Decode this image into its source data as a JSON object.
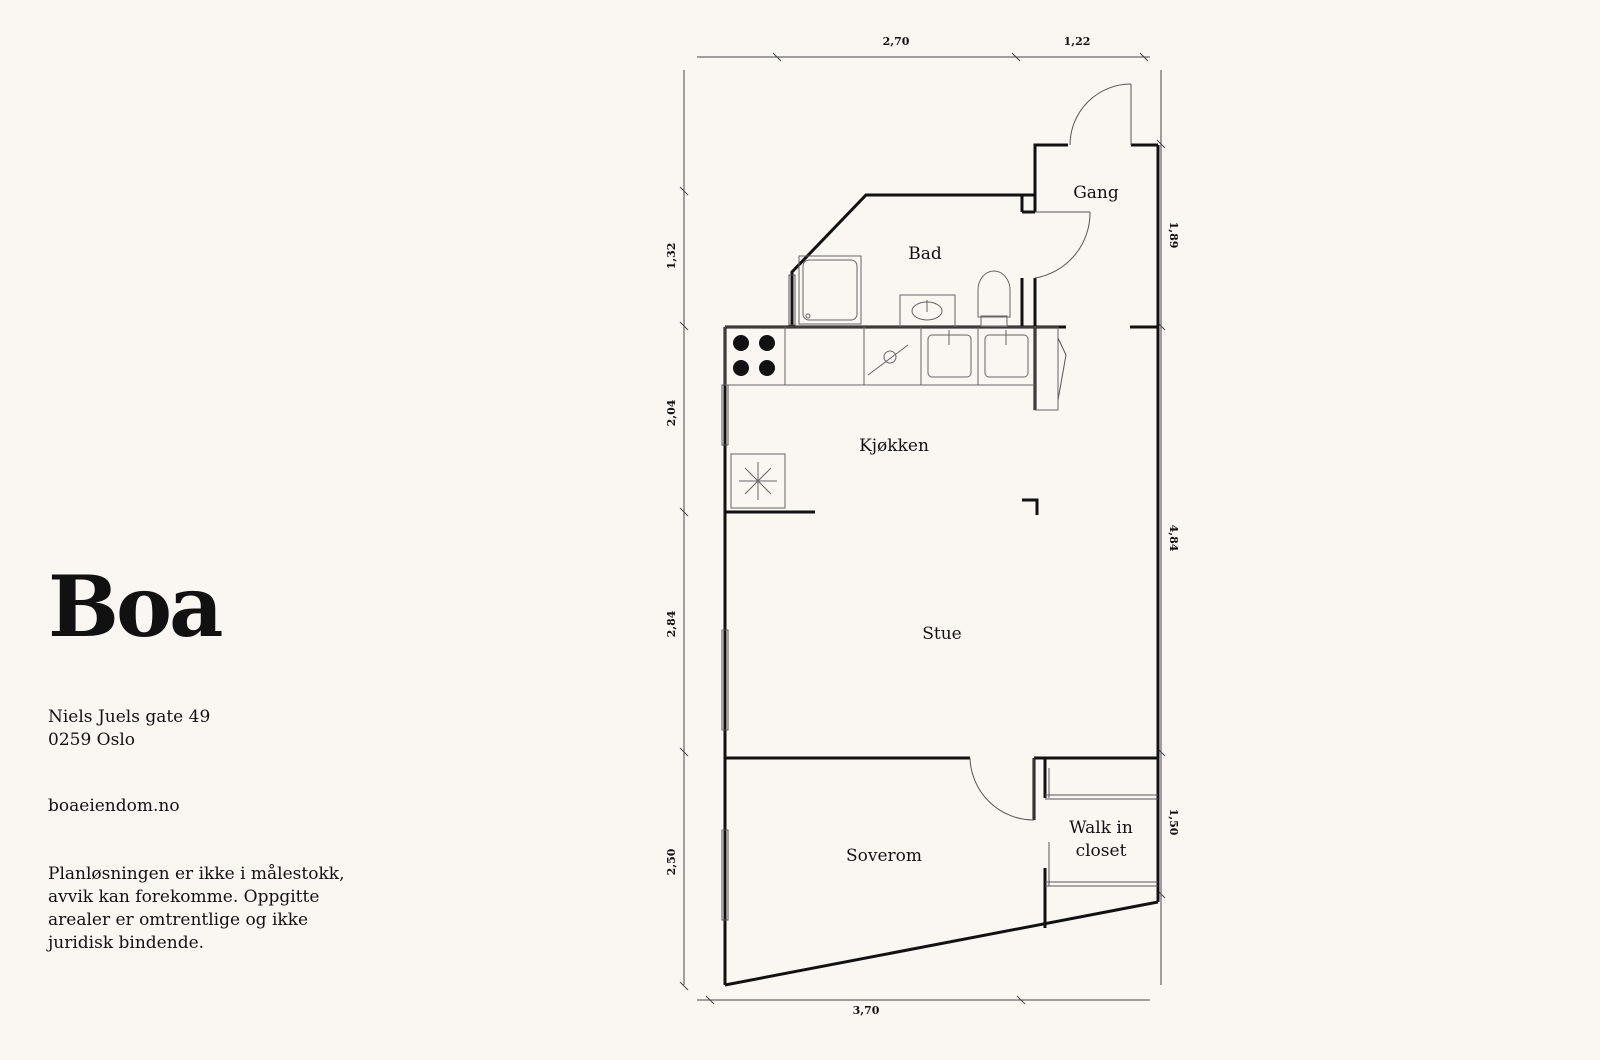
{
  "brand": {
    "name": "Boa"
  },
  "address": {
    "street": "Niels Juels gate 49",
    "city": "0259 Oslo"
  },
  "website": "boaeiendom.no",
  "disclaimer": "Planløsningen er ikke i målestokk, avvik kan forekomme. Oppgitte arealer er omtrentlige og ikke juridisk bindende.",
  "plan": {
    "rooms": {
      "gang": "Gang",
      "bad": "Bad",
      "kjokken": "Kjøkken",
      "stue": "Stue",
      "soverom": "Soverom",
      "walkin_line1": "Walk in",
      "walkin_line2": "closet"
    },
    "dimensions": {
      "top_left": "2,70",
      "top_right": "1,22",
      "bottom": "3,70",
      "left_1": "1,32",
      "left_2": "2,04",
      "left_3": "2,84",
      "left_4": "2,50",
      "right_1": "1,89",
      "right_2": "4,84",
      "right_3": "1,50"
    }
  },
  "colors": {
    "background": "#faf7f3",
    "ink": "#111111"
  }
}
